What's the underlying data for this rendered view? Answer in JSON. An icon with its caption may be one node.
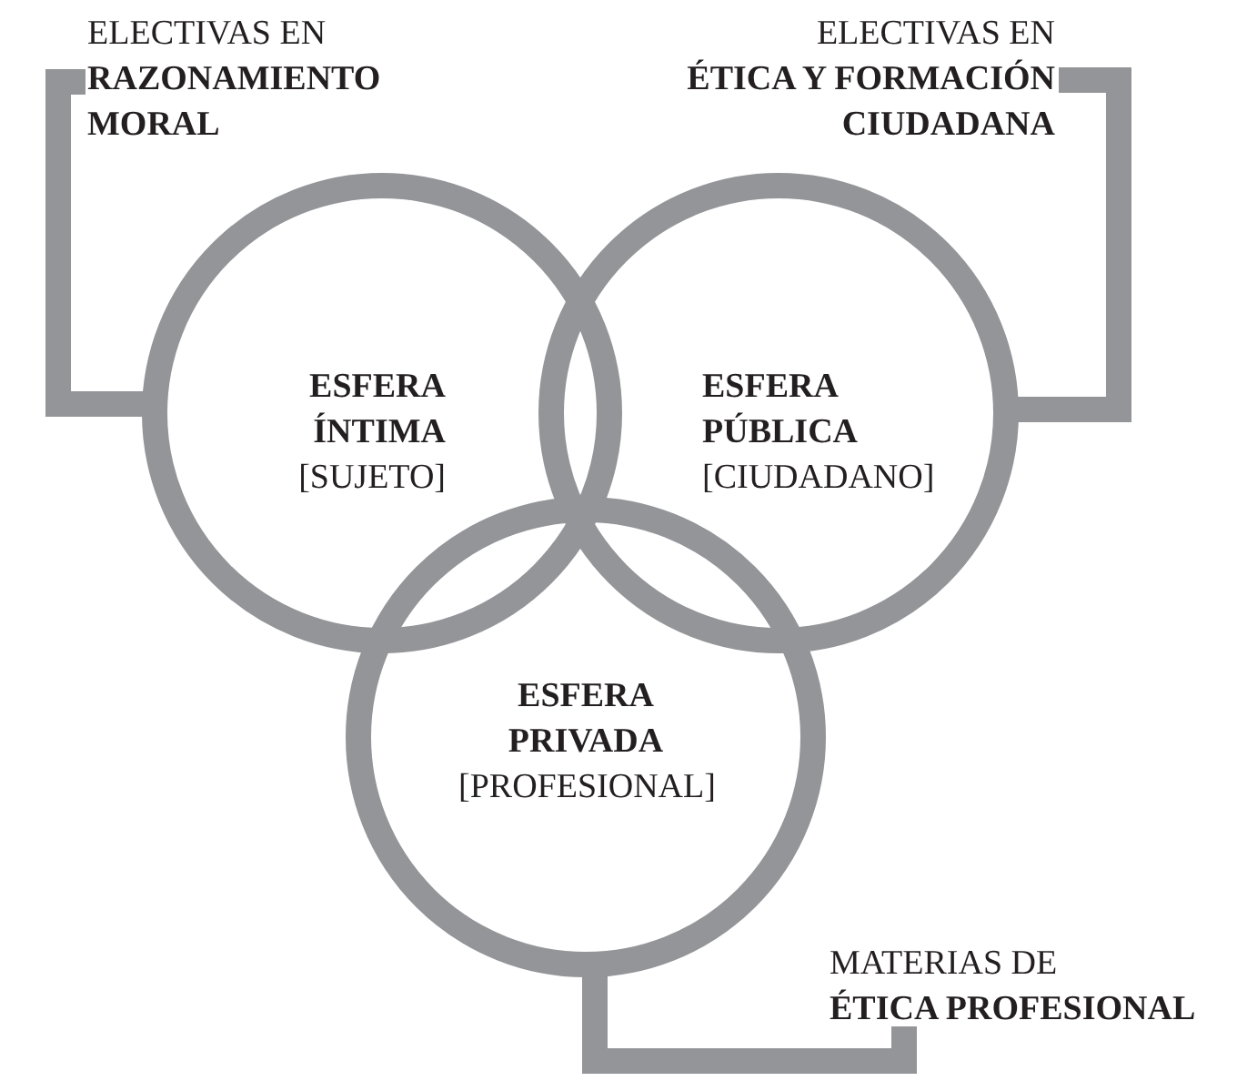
{
  "diagram": {
    "nodes": [
      {
        "text": [
          "ESFERA ÍNTIMA",
          "[SUJETO]"
        ]
      },
      {
        "text": [
          "ESFERA PÚBLICA",
          "[CIUDADANO]"
        ]
      },
      {
        "text": [
          "ESFERA PRIVADA",
          "[PROFESIONAL]"
        ]
      },
      {
        "text": [
          "ELECTIVAS EN",
          "RAZONAMIENTO MORAL"
        ]
      },
      {
        "text": [
          "ELECTIVAS EN",
          "ÉTICA Y FORMACIÓN CIUDADANA"
        ]
      },
      {
        "text": [
          "MATERIAS DE",
          "ÉTICA PROFESIONAL"
        ]
      }
    ],
    "edges": [
      {
        "from": 3,
        "to": 0,
        "arrow": "none"
      },
      {
        "from": 4,
        "to": 1,
        "arrow": "none"
      },
      {
        "from": 5,
        "to": 2,
        "arrow": "none"
      }
    ]
  }
}
